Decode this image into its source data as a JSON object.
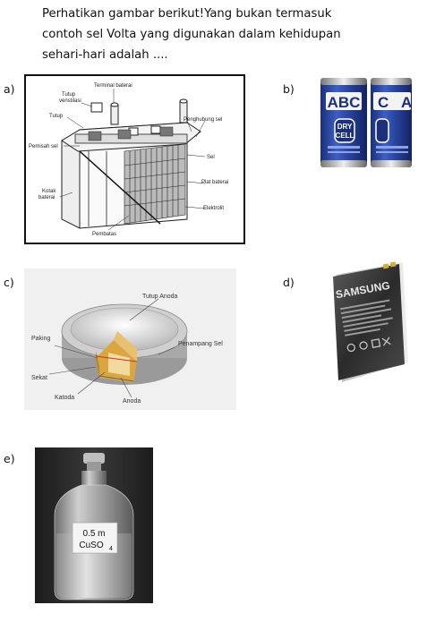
{
  "question": {
    "line1": "Perhatikan gambar berikut!Yang bukan termasuk",
    "line2": "contoh sel Volta yang digunakan dalam kehidupan",
    "line3": "sehari-hari adalah ...."
  },
  "options": [
    {
      "letter": "a)"
    },
    {
      "letter": "b)"
    },
    {
      "letter": "c)"
    },
    {
      "letter": "d)"
    },
    {
      "letter": "e)"
    }
  ],
  "figure_a": {
    "labels": {
      "terminal": "Terminal baterai",
      "tutup_ventilasi_1": "Tutup",
      "tutup_ventilasi_2": "venstilasi",
      "tutup": "Tutup",
      "penghubung": "Penghubung sel",
      "pemisah": "Pemisah sel",
      "sel": "Sel",
      "plat": "Plat baterai",
      "kotak_1": "Kotak",
      "kotak_2": "baterai",
      "elektrolit": "Elektrolit",
      "pembatas": "Pembatas"
    }
  },
  "figure_b": {
    "brand": "ABC",
    "brand_partial": "C",
    "brand_partial2": "A",
    "label1": "DRY",
    "label2": "CELL"
  },
  "figure_c": {
    "labels": {
      "tutup_anoda": "Tutup Anoda",
      "paking": "Paking",
      "penampang": "Penampang Sel",
      "sekat": "Sekat",
      "katoda": "Katoda",
      "anoda": "Anoda"
    }
  },
  "figure_d": {
    "brand": "SAMSUNG"
  },
  "figure_e": {
    "conc": "0.5 m",
    "formula_main": "CuSO",
    "formula_sub": "4"
  }
}
